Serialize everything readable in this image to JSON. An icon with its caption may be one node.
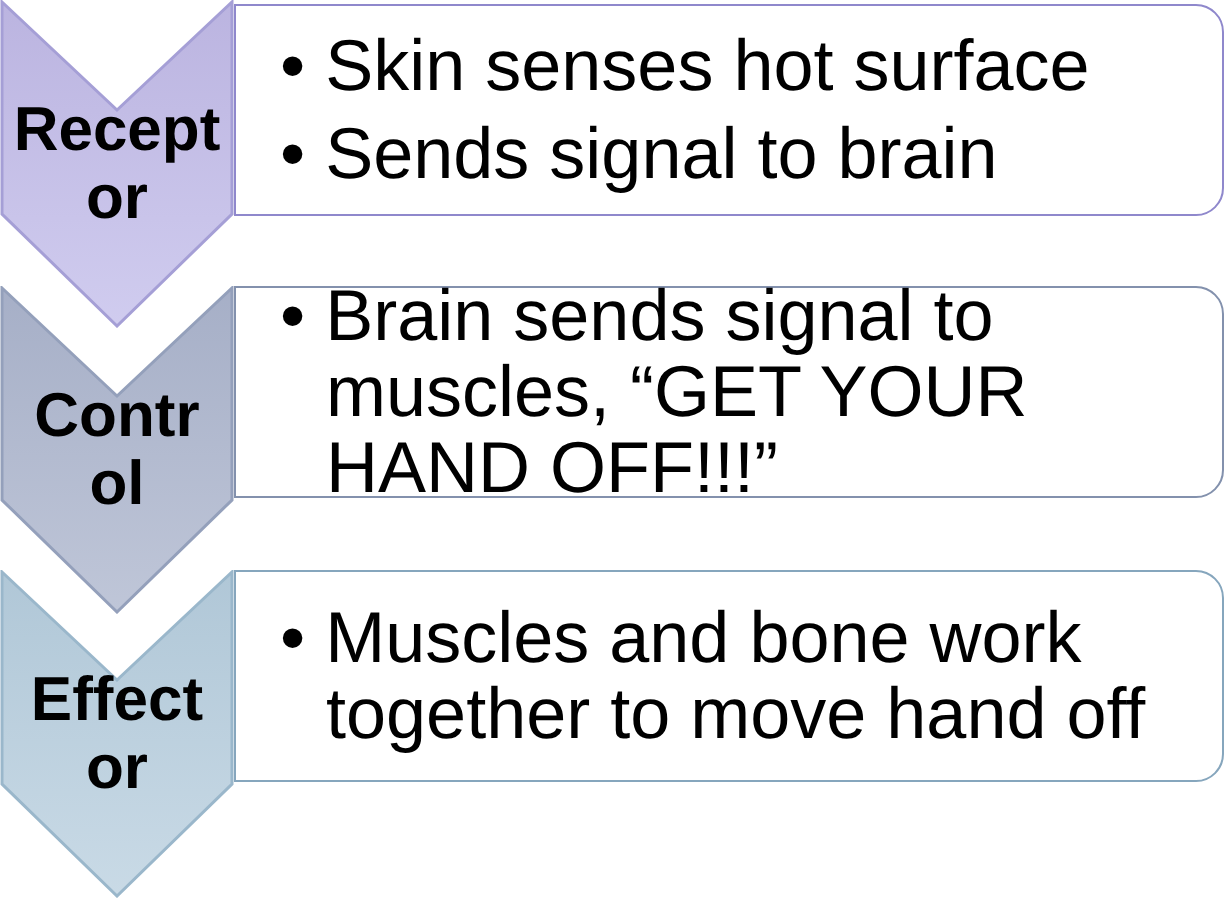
{
  "diagram": {
    "nodes": [
      {
        "text": [
          "Receptor"
        ]
      },
      {
        "text": [
          "• Skin senses hot surface",
          "• Sends signal to brain"
        ]
      },
      {
        "text": [
          "Control"
        ]
      },
      {
        "text": [
          "• Brain sends signal to muscles, “GET YOUR HAND OFF!!!”"
        ]
      },
      {
        "text": [
          "Effector"
        ]
      },
      {
        "text": [
          "• Muscles and bone work together to move hand off"
        ]
      }
    ]
  }
}
